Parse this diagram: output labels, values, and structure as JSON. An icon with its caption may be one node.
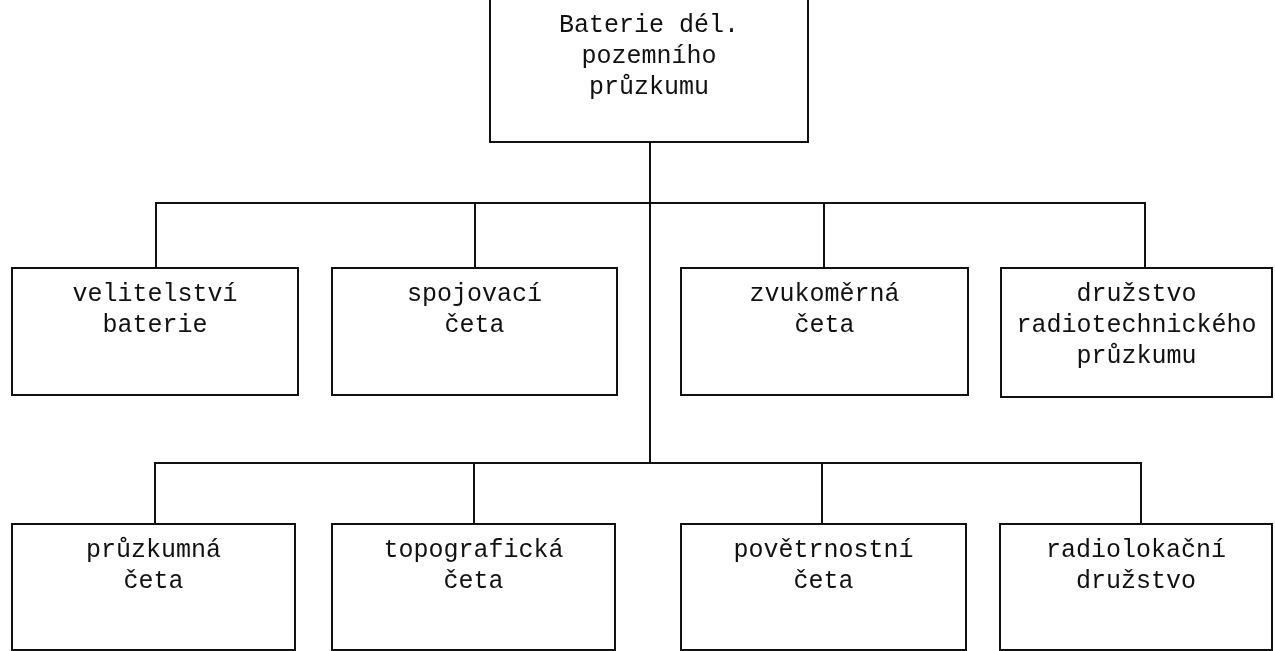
{
  "diagram": {
    "nodes": [
      {
        "text": [
          "Baterie dél. pozemního průzkumu"
        ]
      },
      {
        "text": [
          "velitelství baterie"
        ]
      },
      {
        "text": [
          "spojovací četa"
        ]
      },
      {
        "text": [
          "zvukoměrná četa"
        ]
      },
      {
        "text": [
          "družstvo radiotechnického průzkumu"
        ]
      },
      {
        "text": [
          "průzkumná četa"
        ]
      },
      {
        "text": [
          "topografická četa"
        ]
      },
      {
        "text": [
          "povětrnostní četa"
        ]
      },
      {
        "text": [
          "radiolokační družstvo"
        ]
      }
    ],
    "edges": [
      {
        "from": 0,
        "to": 1,
        "arrow": "none"
      },
      {
        "from": 0,
        "to": 2,
        "arrow": "none"
      },
      {
        "from": 0,
        "to": 3,
        "arrow": "none"
      },
      {
        "from": 0,
        "to": 4,
        "arrow": "none"
      },
      {
        "from": 0,
        "to": 5,
        "arrow": "none"
      },
      {
        "from": 0,
        "to": 6,
        "arrow": "none"
      },
      {
        "from": 0,
        "to": 7,
        "arrow": "none"
      },
      {
        "from": 0,
        "to": 8,
        "arrow": "none"
      }
    ]
  }
}
